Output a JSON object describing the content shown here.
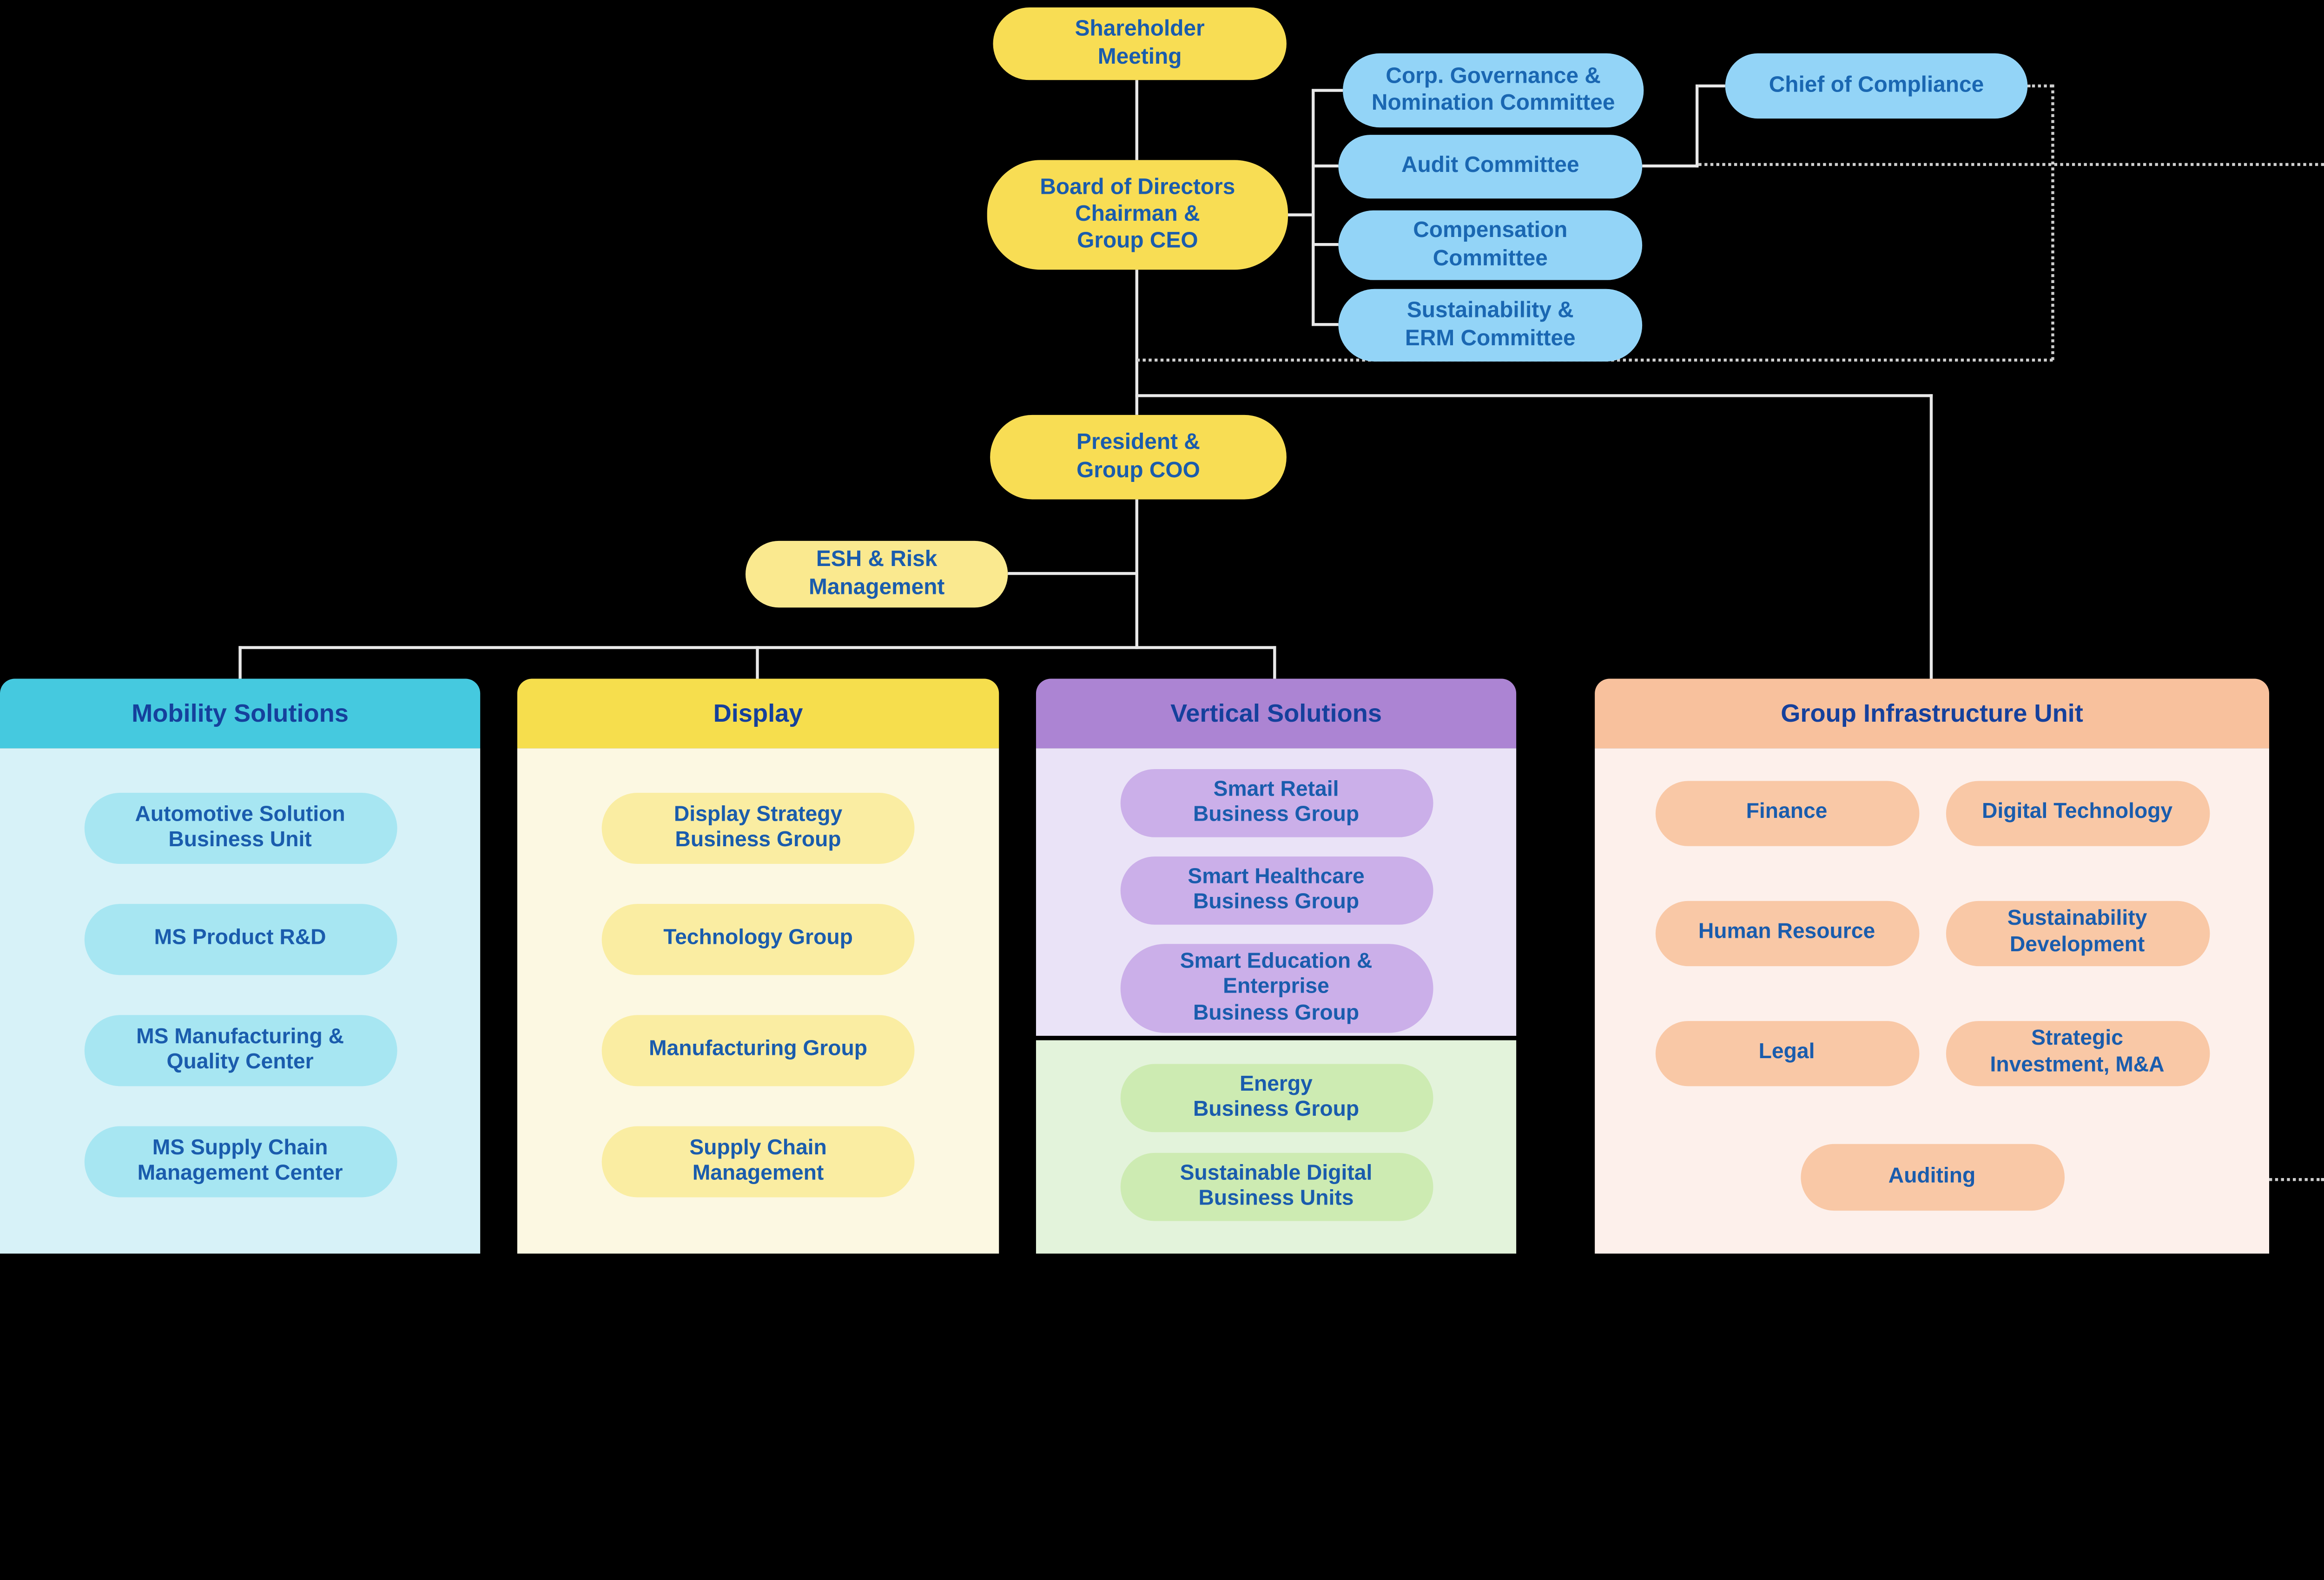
{
  "hierarchy": {
    "shareholder_meeting": "Shareholder\nMeeting",
    "board": "Board of Directors\nChairman &\nGroup CEO",
    "president": "President &\nGroup COO",
    "esh_risk": "ESH & Risk\nManagement",
    "chief_of_compliance": "Chief of Compliance"
  },
  "committees": [
    "Corp. Governance &\nNomination Committee",
    "Audit Committee",
    "Compensation\nCommittee",
    "Sustainability &\nERM Committee"
  ],
  "divisions": {
    "mobility": {
      "title": "Mobility Solutions",
      "units": [
        "Automotive Solution\nBusiness Unit",
        "MS Product R&D",
        "MS Manufacturing &\nQuality Center",
        "MS Supply Chain\nManagement Center"
      ]
    },
    "display": {
      "title": "Display",
      "units": [
        "Display Strategy\nBusiness Group",
        "Technology Group",
        "Manufacturing Group",
        "Supply Chain\nManagement"
      ]
    },
    "vertical": {
      "title": "Vertical Solutions",
      "units": [
        "Smart Retail\nBusiness Group",
        "Smart Healthcare\nBusiness Group",
        "Smart Education &\nEnterprise\nBusiness Group"
      ],
      "energy_units": [
        "Energy\nBusiness Group",
        "Sustainable Digital\nBusiness Units"
      ]
    },
    "infrastructure": {
      "title": "Group Infrastructure Unit",
      "units_left": [
        "Finance",
        "Human Resource",
        "Legal"
      ],
      "units_right": [
        "Digital Technology",
        "Sustainability\nDevelopment",
        "Strategic\nInvestment, M&A"
      ],
      "unit_bottom": "Auditing"
    }
  },
  "colors": {
    "background": "#000000",
    "executive_yellow": "#F8DD54",
    "pale_yellow": "#FAE98F",
    "committee_blue": "#93D4F7",
    "text_blue": "#1A5CAD",
    "header_text_blue": "#15409C",
    "mobility_header": "#45C9DF",
    "mobility_body": "#D7F2F8",
    "mobility_pill": "#A7E6F2",
    "display_header": "#F6DE4D",
    "display_body": "#FCF8E2",
    "display_pill": "#FAEDA2",
    "vertical_header": "#AC84D3",
    "vertical_body": "#EAE3F7",
    "vertical_pill": "#CBAFE9",
    "energy_body": "#E3F3DB",
    "energy_pill": "#CDEBB2",
    "infra_header": "#F8C19D",
    "infra_body": "#FDF0EB",
    "infra_pill": "#F9C8A6",
    "connector": "#E9E9E9"
  }
}
